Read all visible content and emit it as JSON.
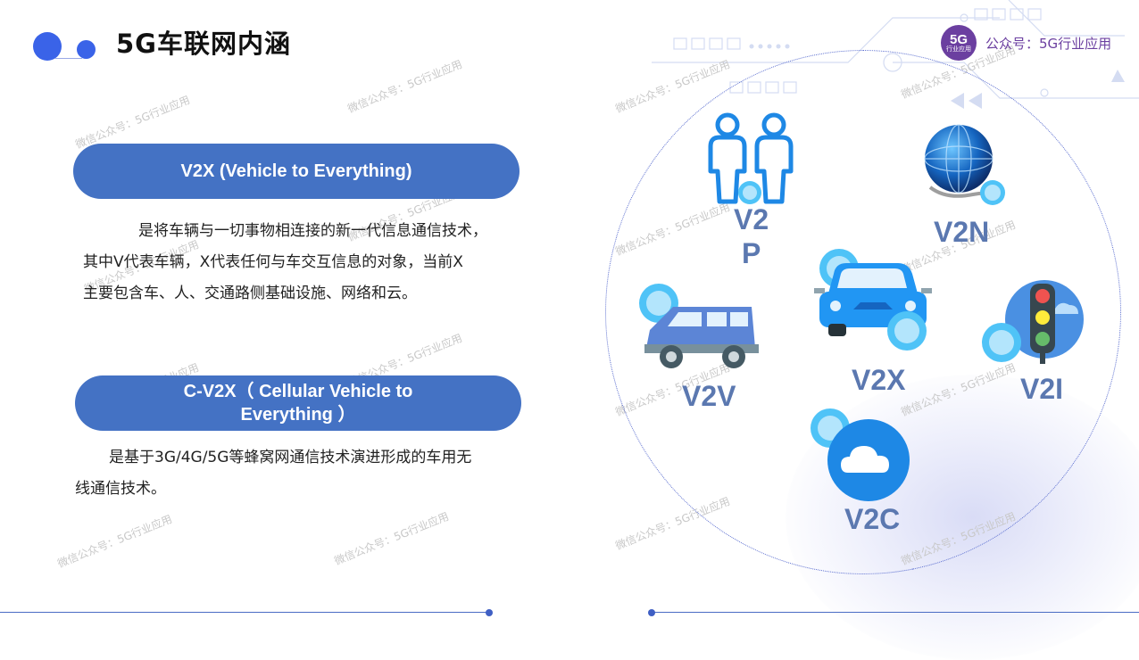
{
  "title": "5G车联网内涵",
  "brand": {
    "logo_text": "5G",
    "logo_subtext": "行业应用",
    "account_label": "公众号：5G行业应用"
  },
  "watermark": "微信公众号：5G行业应用",
  "left": {
    "v2x_pill": "V2X (Vehicle to Everything)",
    "v2x_desc": [
      "是将车辆与一切事物相连接的新一代信息通信技术，",
      "其中V代表车辆，X代表任何与车交互信息的对象，当前X",
      "主要包含车、人、交通路侧基础设施、网络和云。"
    ],
    "cv2x_pill_line1": "C-V2X（ Cellular Vehicle to",
    "cv2x_pill_line2": "Everything ）",
    "cv2x_desc": [
      "是基于3G/4G/5G等蜂窝网通信技术演进形成的车用无",
      "线通信技术。"
    ]
  },
  "diagram": {
    "labels": {
      "v2p_1": "V2",
      "v2p_2": "P",
      "v2n": "V2N",
      "v2x": "V2X",
      "v2v": "V2V",
      "v2i": "V2I",
      "v2c": "V2C"
    },
    "icons": [
      "pedestrians-icon",
      "globe-icon",
      "car-icon",
      "van-icon",
      "traffic-light-icon",
      "cloud-icon"
    ]
  },
  "colors": {
    "accent": "#4472c4",
    "dot": "#3a63e8",
    "label": "#5b78b0",
    "icon_blue": "#1e88e5",
    "bubble": "#4fc3f7",
    "brand": "#6b3fa0"
  }
}
